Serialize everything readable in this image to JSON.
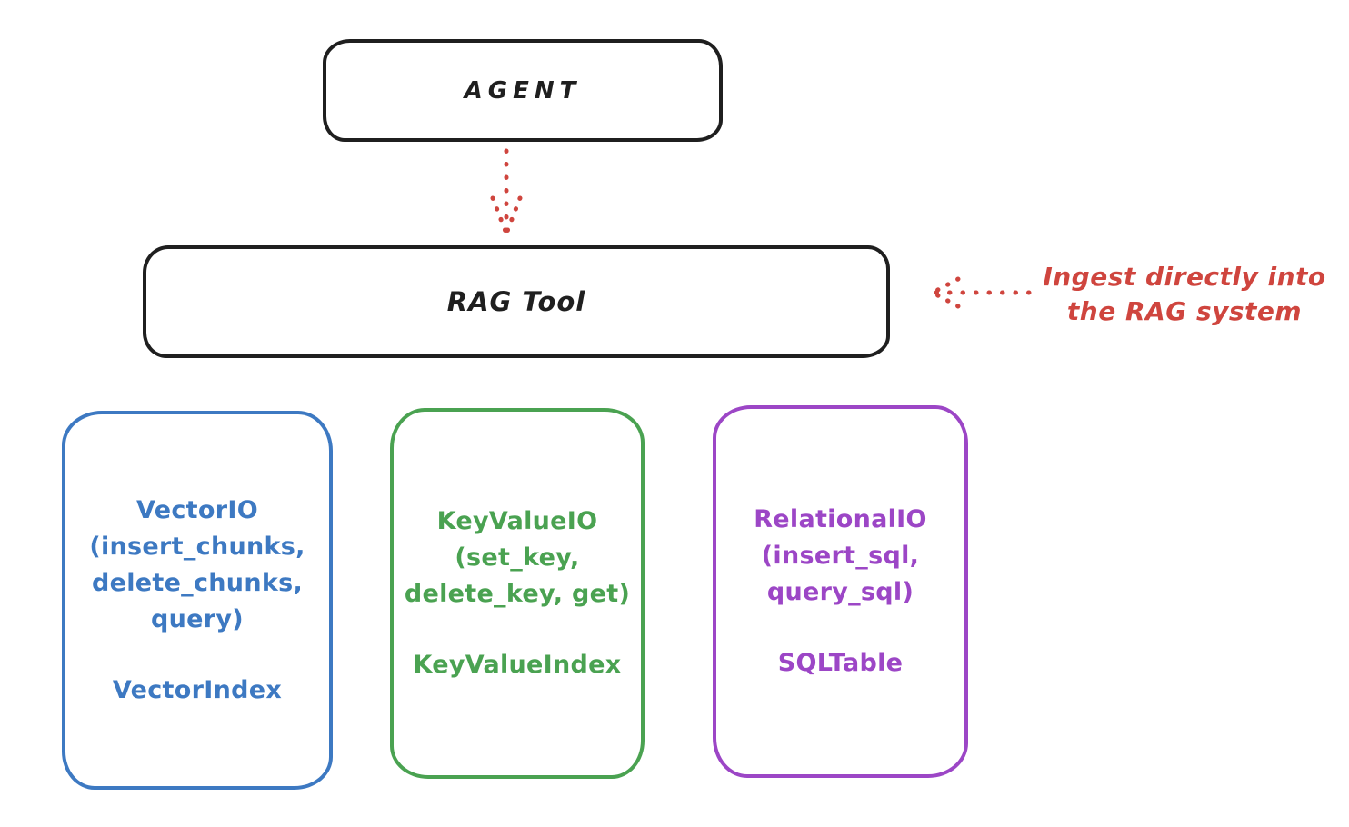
{
  "colors": {
    "ink": "#1f1f1f",
    "red": "#cf453e",
    "blue": "#3d79c2",
    "green": "#4aa251",
    "purple": "#9c46c6",
    "background": "#ffffff"
  },
  "agent": {
    "label": "AGENT"
  },
  "rag_tool": {
    "label": "RAG Tool"
  },
  "annotation": {
    "line1": "Ingest directly into",
    "line2": "the RAG system"
  },
  "arrows": [
    {
      "id": "agent-to-rag-tool",
      "style": "dotted",
      "color": "#cf453e",
      "direction": "down"
    },
    {
      "id": "ingest-into-rag-tool",
      "style": "dotted",
      "color": "#cf453e",
      "direction": "left"
    }
  ],
  "backends": [
    {
      "title": "VectorIO",
      "methods_lines": [
        "(insert_chunks,",
        "delete_chunks,",
        "query)"
      ],
      "index_label": "VectorIndex",
      "color": "#3d79c2"
    },
    {
      "title": "KeyValueIO",
      "methods_lines": [
        "(set_key,",
        "delete_key, get)"
      ],
      "index_label": "KeyValueIndex",
      "color": "#4aa251"
    },
    {
      "title": "RelationalIO",
      "methods_lines": [
        "(insert_sql,",
        "query_sql)"
      ],
      "index_label": "SQLTable",
      "color": "#9c46c6"
    }
  ]
}
